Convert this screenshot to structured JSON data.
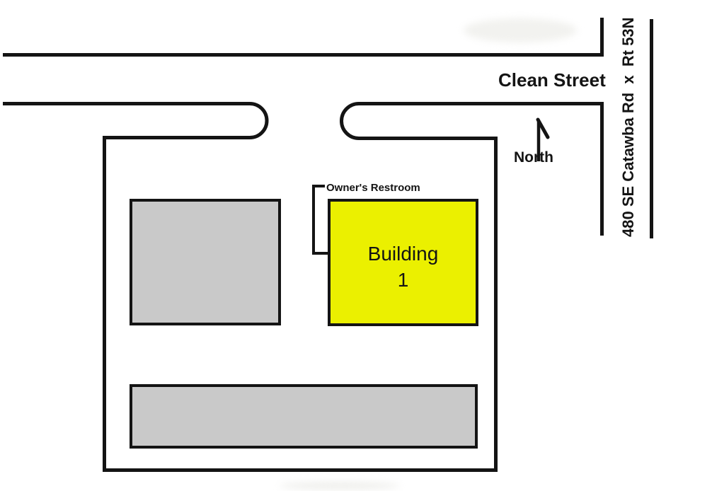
{
  "diagram": {
    "street_label": "Clean Street",
    "cross_road_label": "480 SE Catawba Rd  x  Rt 53N",
    "north_label": "North",
    "restroom_label": "Owner's Restroom",
    "building1": {
      "label_line1": "Building",
      "label_line2": "1"
    },
    "colors": {
      "building1_fill": "#ebf000",
      "outbuilding_fill": "#c9c9c9",
      "line_color": "#141414",
      "background": "#ffffff"
    }
  }
}
